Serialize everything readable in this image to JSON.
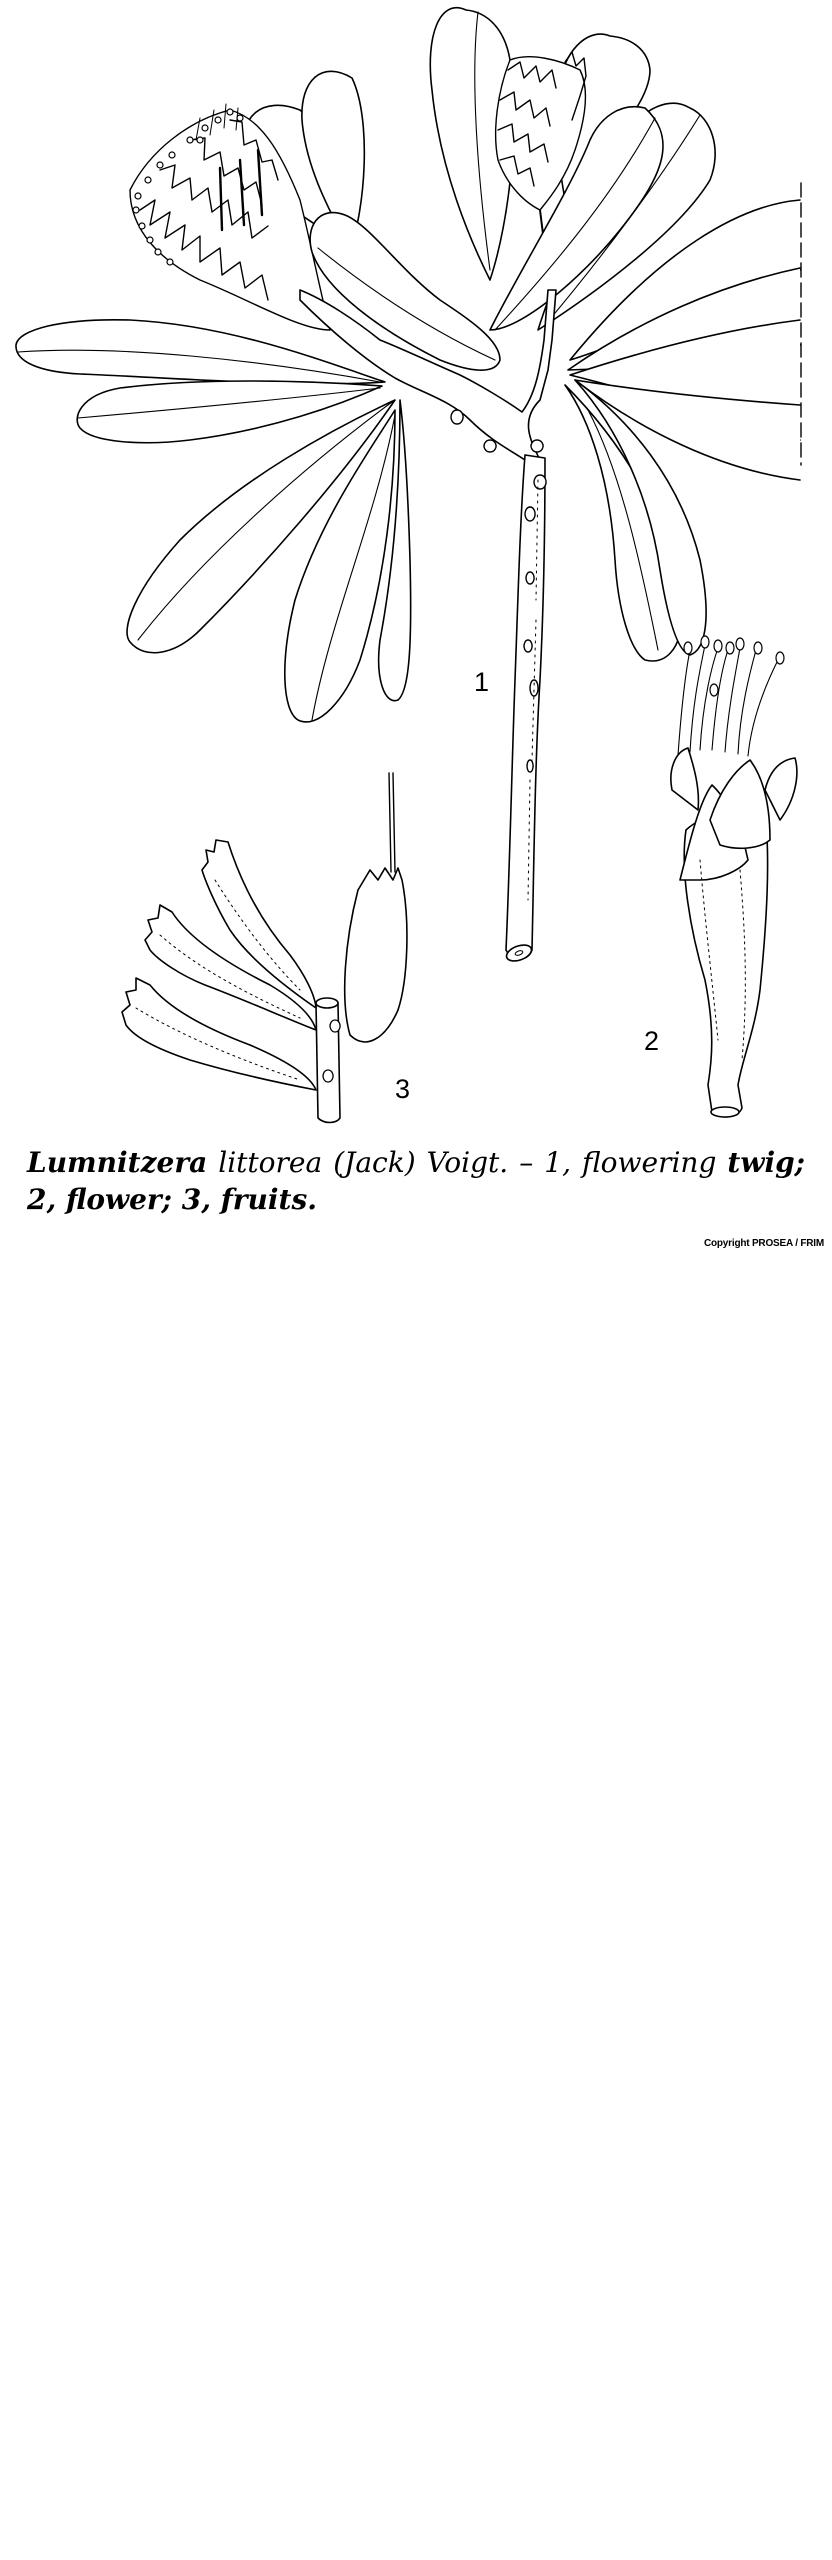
{
  "figure": {
    "subject": "Lumnitzera littorea botanical line drawing",
    "labels": [
      {
        "id": "1",
        "text": "1",
        "meaning": "flowering twig"
      },
      {
        "id": "2",
        "text": "2",
        "meaning": "flower"
      },
      {
        "id": "3",
        "text": "3",
        "meaning": "fruits"
      }
    ]
  },
  "caption": {
    "species": "Lumnitzera",
    "rest_line1": " littorea (Jack) Voigt. – 1, flowering",
    "line2": "twig; 2, flower; 3, fruits."
  },
  "copyright": "Copyright PROSEA / FRIM",
  "colors": {
    "ink": "#000000",
    "paper": "#ffffff"
  }
}
